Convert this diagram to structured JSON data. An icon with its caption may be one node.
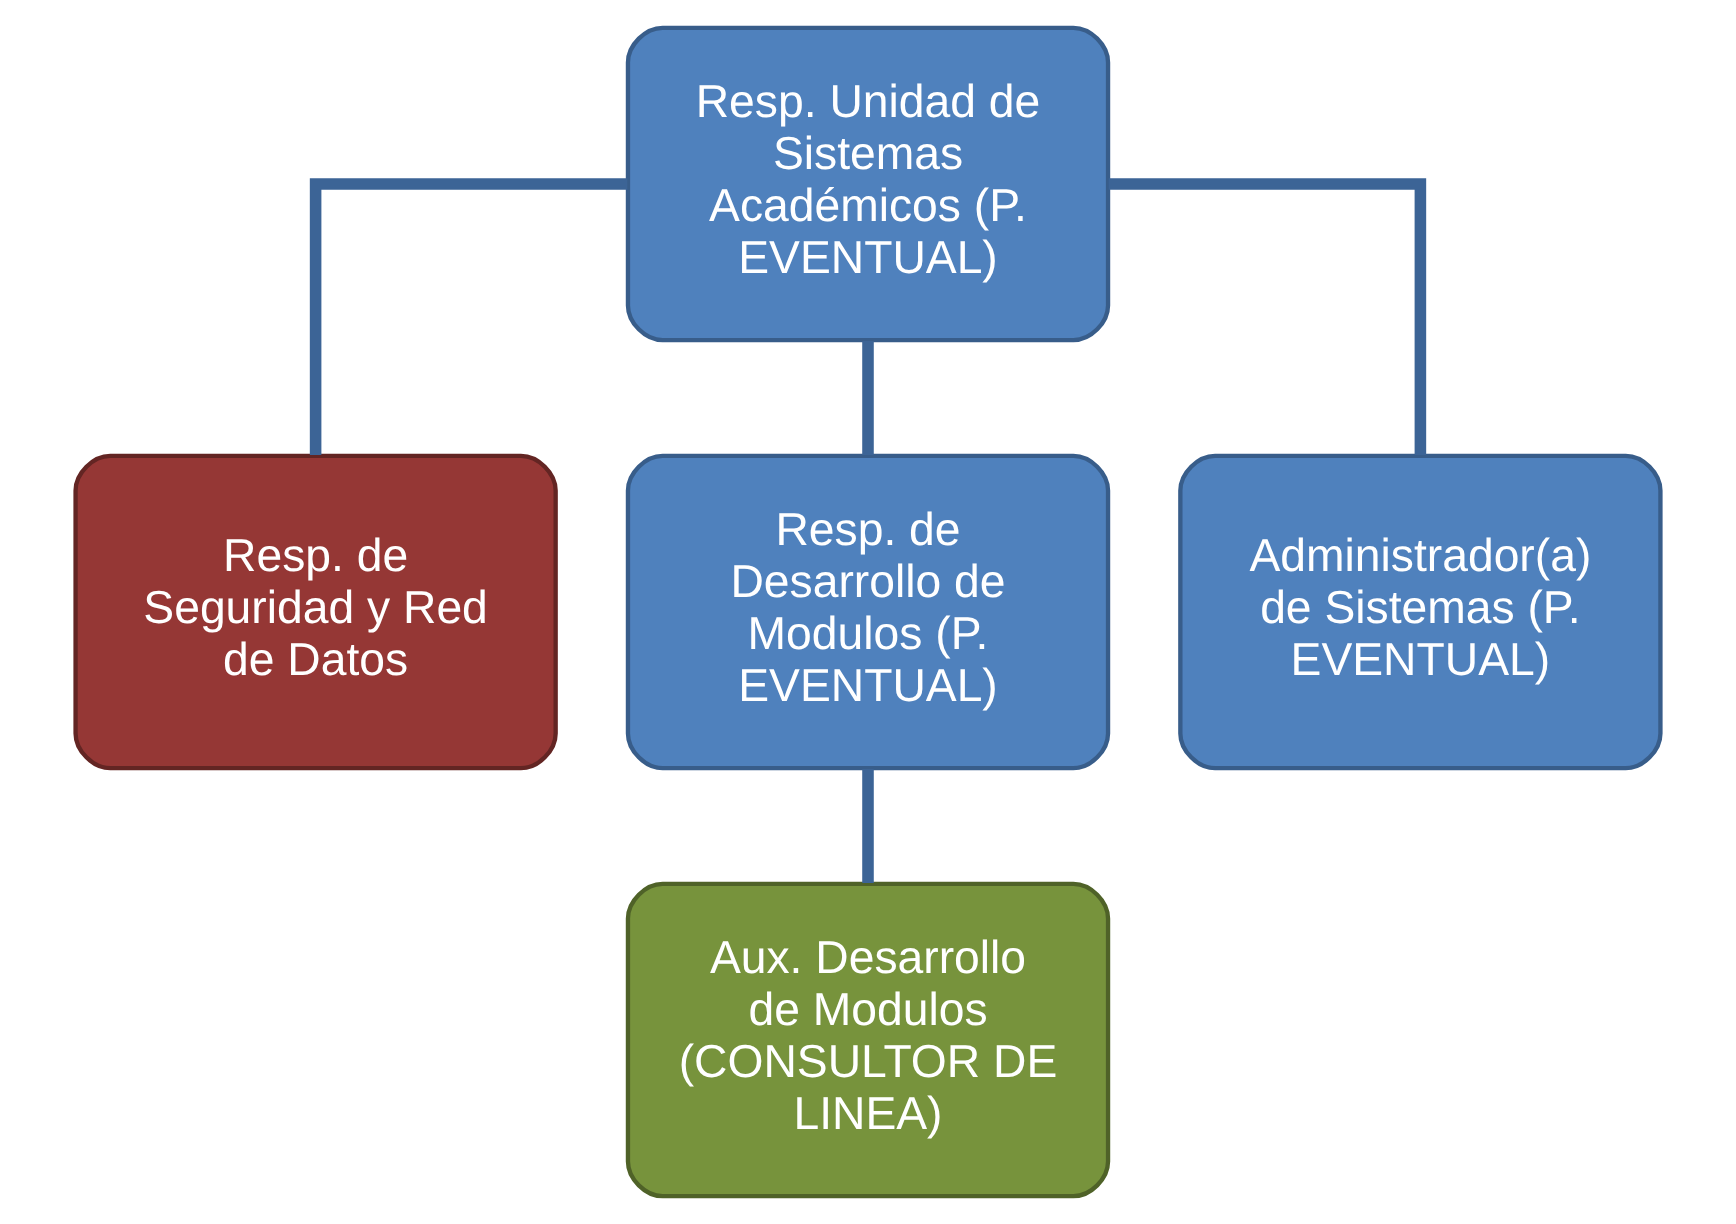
{
  "diagram": {
    "nodes": [
      {
        "text": [
          "Resp. Unidad de Sistemas Académicos (P. EVENTUAL)"
        ]
      },
      {
        "text": [
          "Resp. de Seguridad y Red de Datos"
        ]
      },
      {
        "text": [
          "Resp. de Desarrollo de Modulos (P. EVENTUAL)"
        ]
      },
      {
        "text": [
          "Administrador(a) de Sistemas (P. EVENTUAL)"
        ]
      },
      {
        "text": [
          "Aux. Desarrollo de Modulos (CONSULTOR DE LINEA)"
        ]
      }
    ],
    "edges": [
      {
        "from": 0,
        "to": 1,
        "arrow": "none"
      },
      {
        "from": 0,
        "to": 2,
        "arrow": "none"
      },
      {
        "from": 0,
        "to": 3,
        "arrow": "none"
      },
      {
        "from": 2,
        "to": 4,
        "arrow": "none"
      }
    ]
  }
}
